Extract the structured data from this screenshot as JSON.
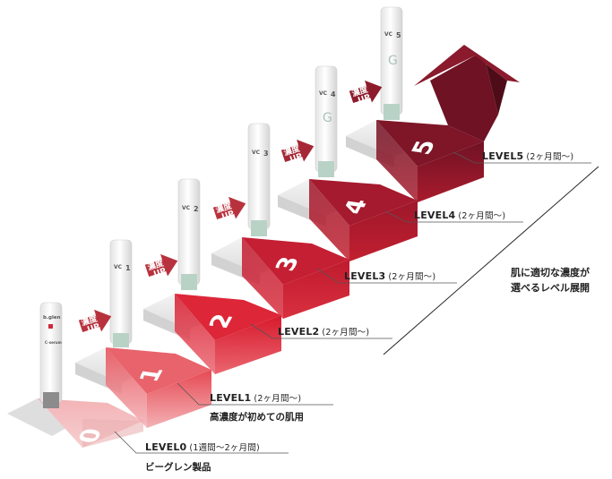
{
  "steps": [
    {
      "level_label": "LEVEL0",
      "duration": "(1週間〜2ヶ月間)",
      "subtitle": "ビーグレン製品",
      "digit": "0"
    },
    {
      "level_label": "LEVEL1",
      "duration": "(2ヶ月間〜)",
      "subtitle": "高濃度が初めての肌用",
      "digit": "1"
    },
    {
      "level_label": "LEVEL2",
      "duration": "(2ヶ月間〜)",
      "digit": "2"
    },
    {
      "level_label": "LEVEL3",
      "duration": "(2ヶ月間〜)",
      "digit": "3"
    },
    {
      "level_label": "LEVEL4",
      "duration": "(2ヶ月間〜)",
      "digit": "4"
    },
    {
      "level_label": "LEVEL5",
      "duration": "(2ヶ月間〜)",
      "digit": "5"
    }
  ],
  "up_arrow": {
    "line1": "濃度",
    "line2": "UP"
  },
  "side_caption": {
    "line1": "肌に適切な濃度が",
    "line2": "選べるレベル展開"
  },
  "tubes": [
    {
      "brand": "b.glen",
      "title": "C-serum"
    },
    {
      "title": "VC",
      "number": "1"
    },
    {
      "title": "VC",
      "number": "2"
    },
    {
      "title": "VC",
      "number": "3"
    },
    {
      "title": "VC",
      "number": "4",
      "badge": "G"
    },
    {
      "title": "VC",
      "number": "5",
      "badge": "G"
    }
  ],
  "colors": {
    "level0": "#f2a5a8",
    "level1": "#e75a62",
    "level2": "#dd2638",
    "level3": "#c31e33",
    "level4": "#a11b2e",
    "level5": "#7a1426",
    "arrow": "#b8323e",
    "grey_step": "#e6e6e6"
  }
}
